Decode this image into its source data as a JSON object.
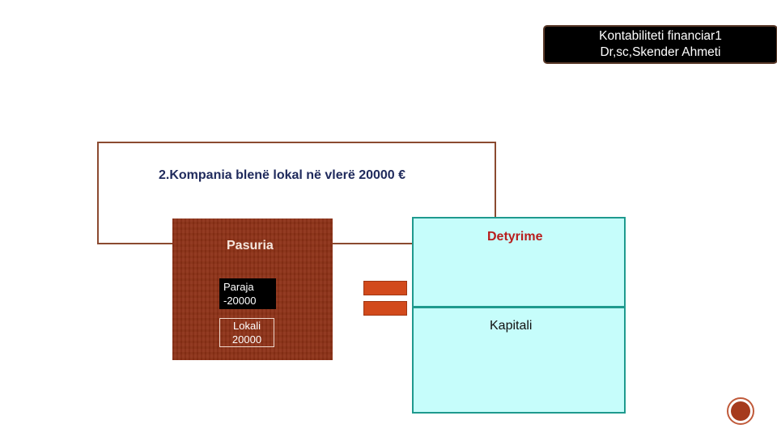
{
  "header": {
    "course_title": "Kontabiliteti financiar1",
    "author": "Dr,sc,Skender Ahmeti"
  },
  "statement": {
    "text": "2.Kompania blenë lokal në vlerë 20000 €"
  },
  "assets": {
    "title": "Pasuria",
    "cash": {
      "label": "Paraja",
      "value": "-20000"
    },
    "premises": {
      "label": "Lokali",
      "value": "20000"
    }
  },
  "liabilities": {
    "title": "Detyrime"
  },
  "equity": {
    "title": "Kapitali"
  },
  "colors": {
    "assets_bg": "#8e3116",
    "liabilities_bg": "#c6fdfb",
    "liabilities_border": "#1f9a8e",
    "equals_sign": "#d24a1c",
    "liabilities_title": "#b81d1d"
  }
}
